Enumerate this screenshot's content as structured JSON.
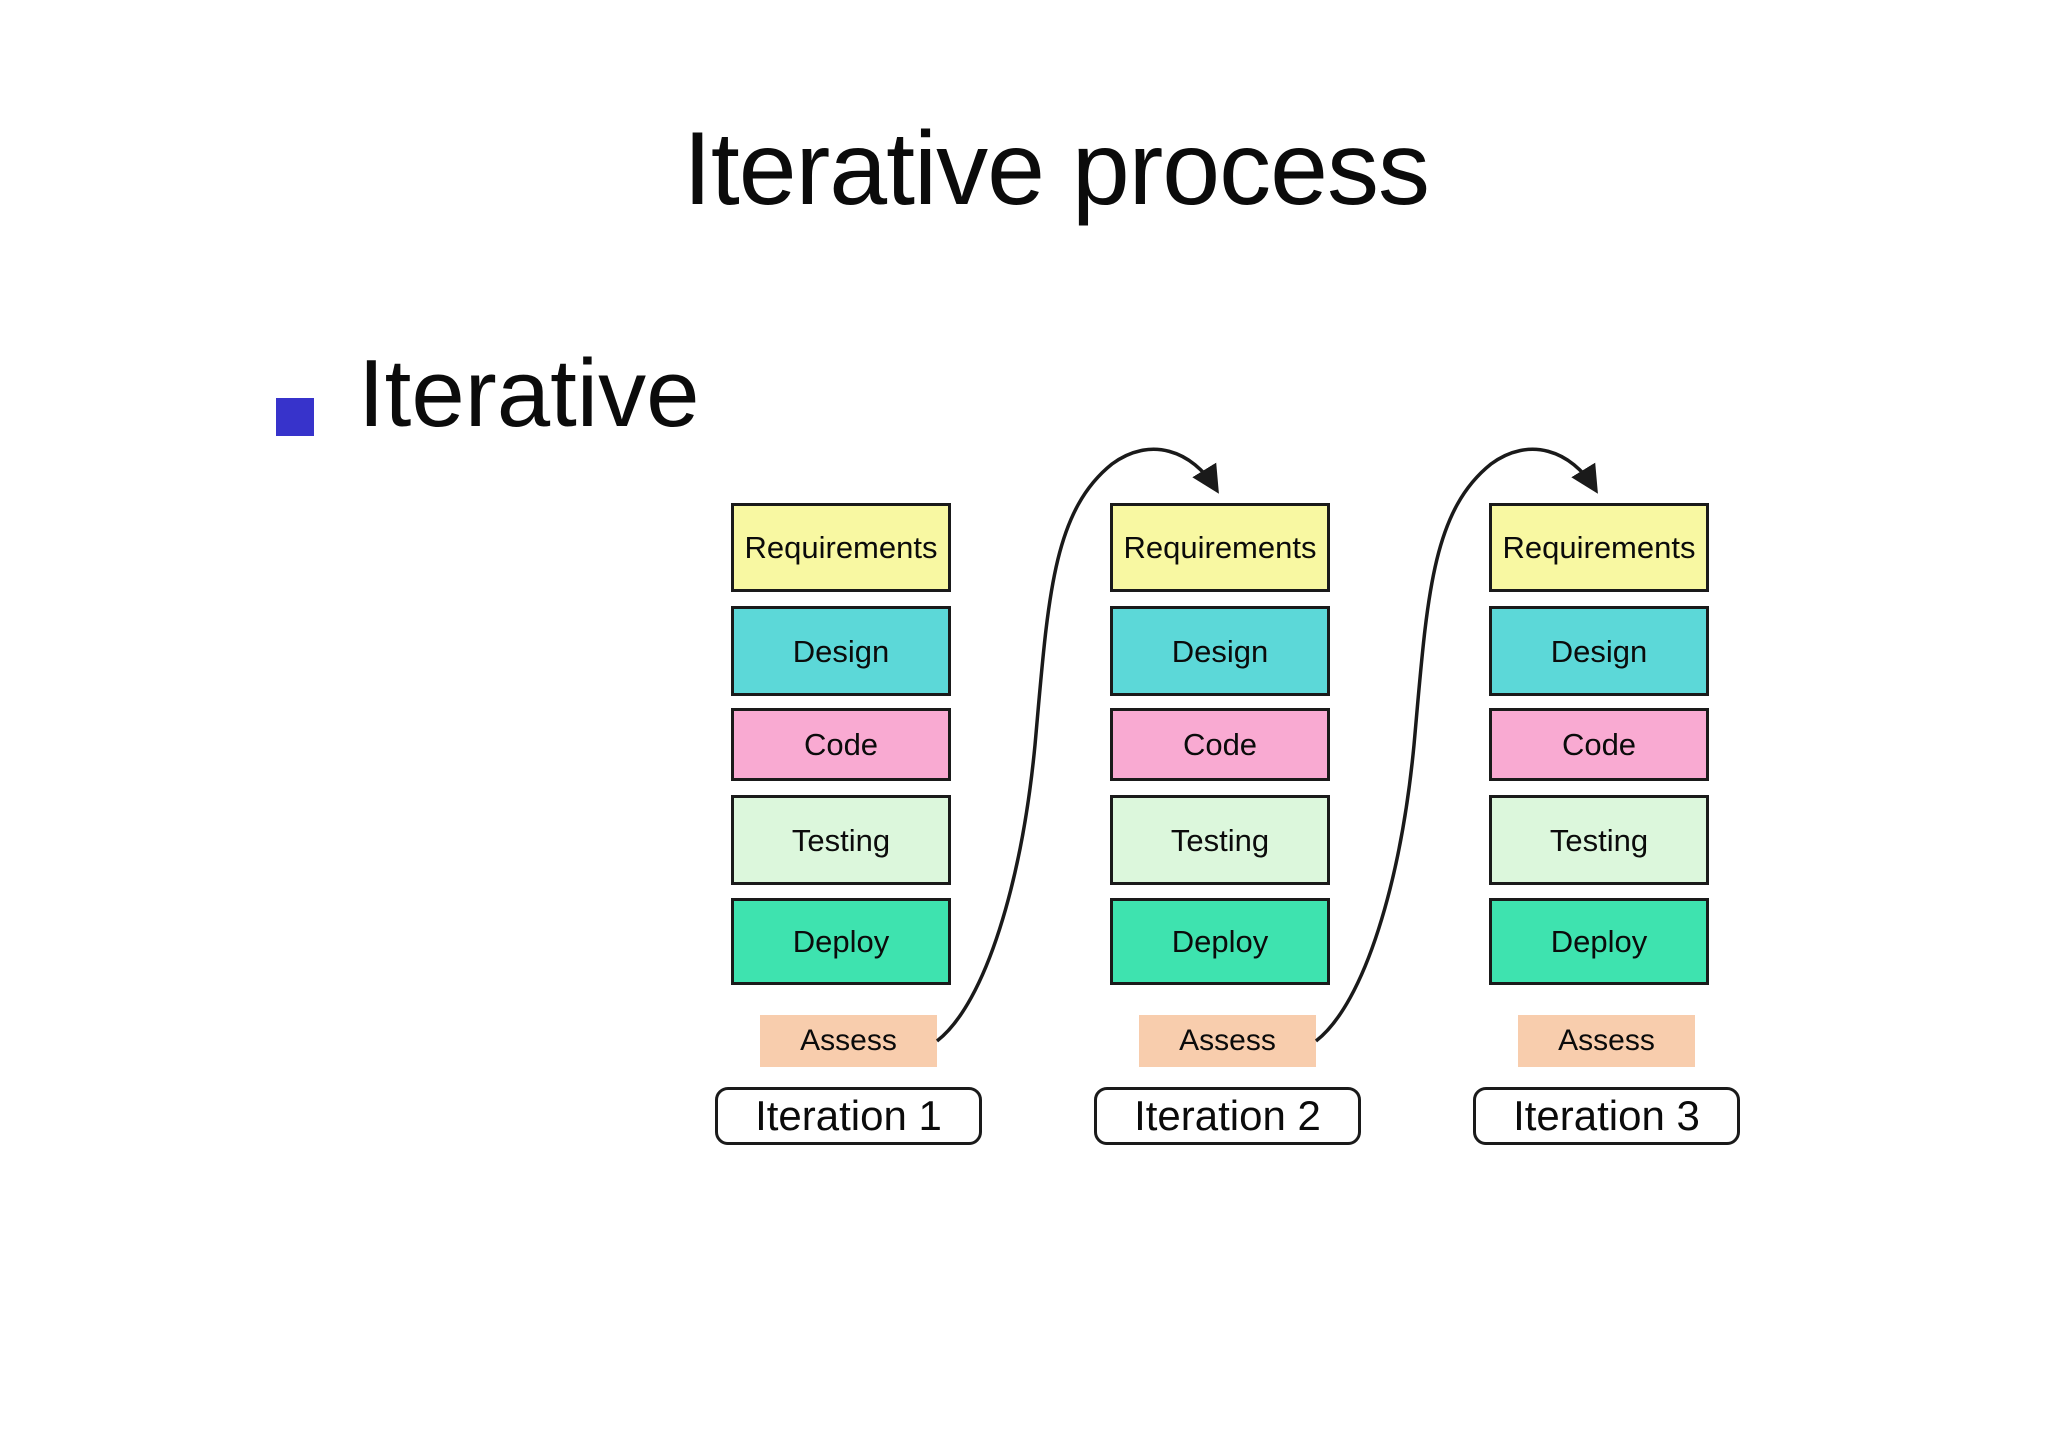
{
  "slide": {
    "title": "Iterative process",
    "bullet_label": "Iterative",
    "bullet_marker_color": "#3733CB",
    "background_color": "#FFFFFF",
    "text_color": "#0B0B0B"
  },
  "diagram": {
    "arrow_color": "#1A1A1A",
    "border_color": "#1A1A1A",
    "stage_colors": {
      "requirements": "#F8F8A2",
      "design": "#5CD8D8",
      "code": "#F9AAD2",
      "testing": "#DCF7DC",
      "deploy": "#3EE3AF",
      "assess": "#F8CDAD"
    },
    "columns": [
      {
        "stages": [
          "Requirements",
          "Design",
          "Code",
          "Testing",
          "Deploy"
        ],
        "assess_label": "Assess",
        "iteration_label": "Iteration 1"
      },
      {
        "stages": [
          "Requirements",
          "Design",
          "Code",
          "Testing",
          "Deploy"
        ],
        "assess_label": "Assess",
        "iteration_label": "Iteration 2"
      },
      {
        "stages": [
          "Requirements",
          "Design",
          "Code",
          "Testing",
          "Deploy"
        ],
        "assess_label": "Assess",
        "iteration_label": "Iteration 3"
      }
    ]
  }
}
